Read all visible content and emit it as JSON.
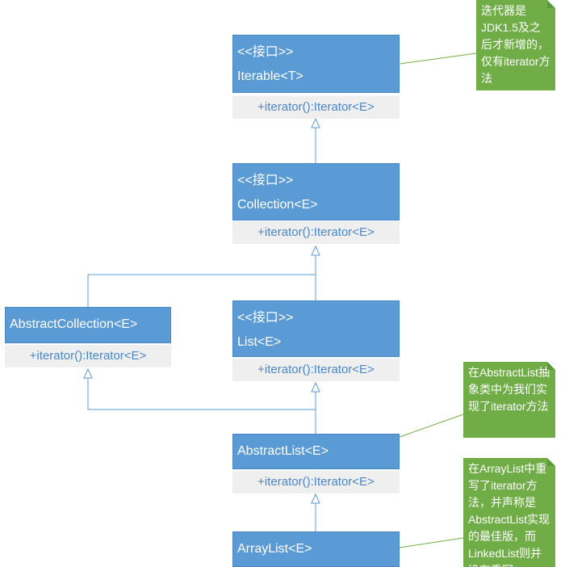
{
  "classes": {
    "iterable": {
      "stereotype": "<<接口>>",
      "name": "Iterable<T>",
      "method": "+iterator():Iterator<E>"
    },
    "collection": {
      "stereotype": "<<接口>>",
      "name": "Collection<E>",
      "method": "+iterator():Iterator<E>"
    },
    "list": {
      "stereotype": "<<接口>>",
      "name": "List<E>",
      "method": "+iterator():Iterator<E>"
    },
    "abstract_collection": {
      "name": "AbstractCollection<E>",
      "method": "+iterator():Iterator<E>"
    },
    "abstract_list": {
      "name": "AbstractList<E>",
      "method": "+iterator():Iterator<E>"
    },
    "array_list": {
      "name": "ArrayList<E>"
    }
  },
  "notes": {
    "iterable_note": "迭代器是JDK1.5及之后才新增的，仅有iterator方法",
    "abstract_list_note": "在AbstractList抽象类中为我们实现了iterator方法",
    "array_list_note": "在ArrayList中重写了iterator方法，并声称是AbstractList实现的最佳版，而LinkedList则并没有重写"
  },
  "colors": {
    "class_header": "#5b9bd5",
    "class_body": "#efefef",
    "method_text": "#4a86c8",
    "note": "#70ad47",
    "connector": "#5b9bd5"
  }
}
